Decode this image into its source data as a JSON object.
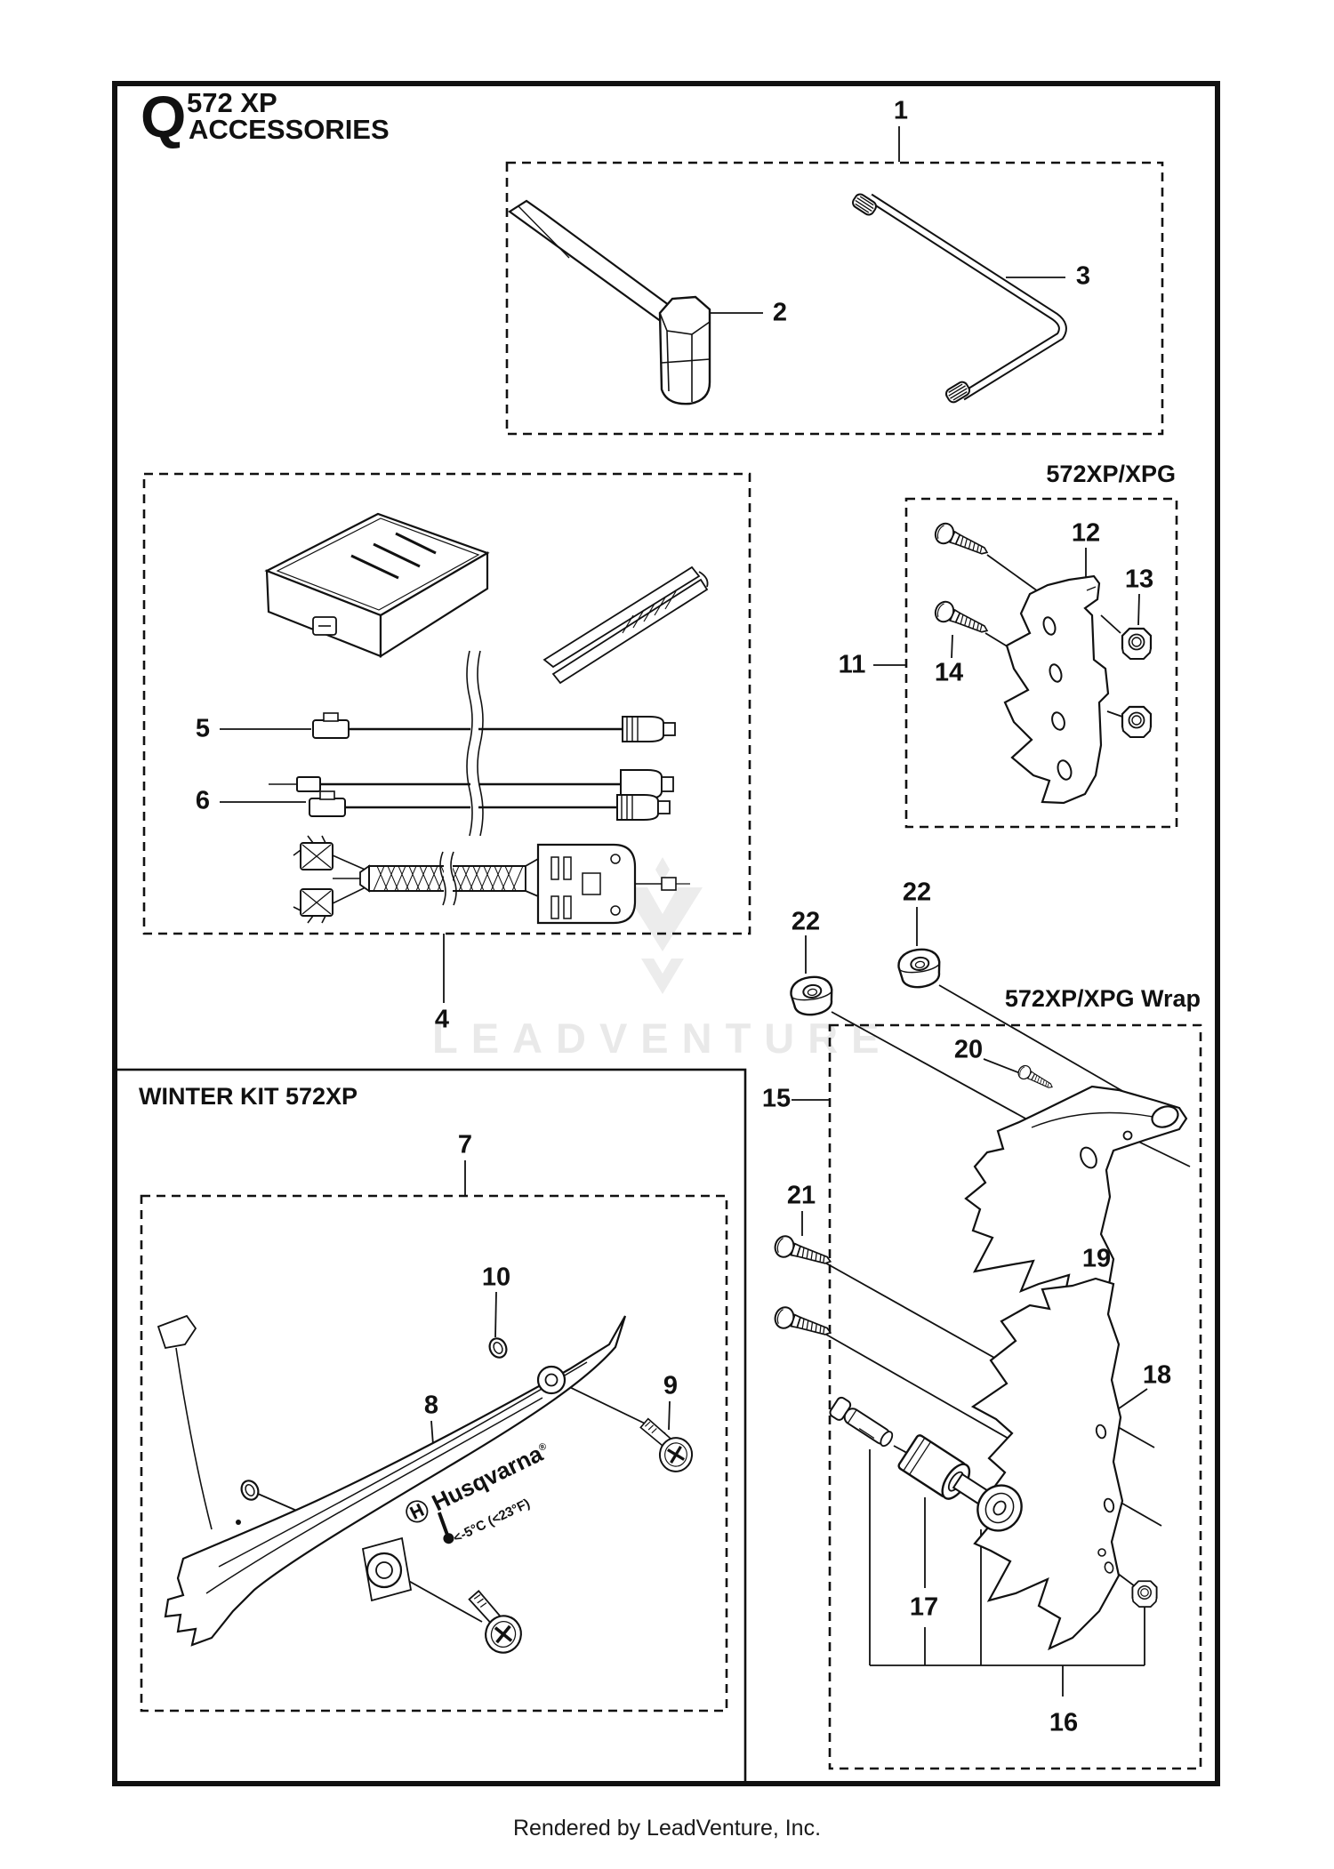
{
  "page": {
    "section_letter": "Q",
    "model": "572 XP",
    "title": "ACCESSORIES",
    "footer": "Rendered by LeadVenture, Inc.",
    "watermark_text": "LEADVENTURE"
  },
  "sections": {
    "xpg": {
      "title": "572XP/XPG"
    },
    "wrap": {
      "title": "572XP/XPG Wrap"
    },
    "winter": {
      "title": "WINTER KIT 572XP"
    }
  },
  "cover_markings": {
    "brand_logo": "Ⓗ",
    "brand": "Husqvarna",
    "brand_mark": "®",
    "temp": "<-5°C  (<23°F)"
  },
  "callouts": {
    "c1": "1",
    "c2": "2",
    "c3": "3",
    "c4": "4",
    "c5": "5",
    "c6": "6",
    "c7": "7",
    "c8": "8",
    "c9": "9",
    "c10": "10",
    "c11": "11",
    "c12": "12",
    "c13": "13",
    "c14": "14",
    "c15": "15",
    "c16": "16",
    "c17": "17",
    "c18": "18",
    "c19": "19",
    "c20": "20",
    "c21": "21",
    "c22a": "22",
    "c22b": "22"
  }
}
